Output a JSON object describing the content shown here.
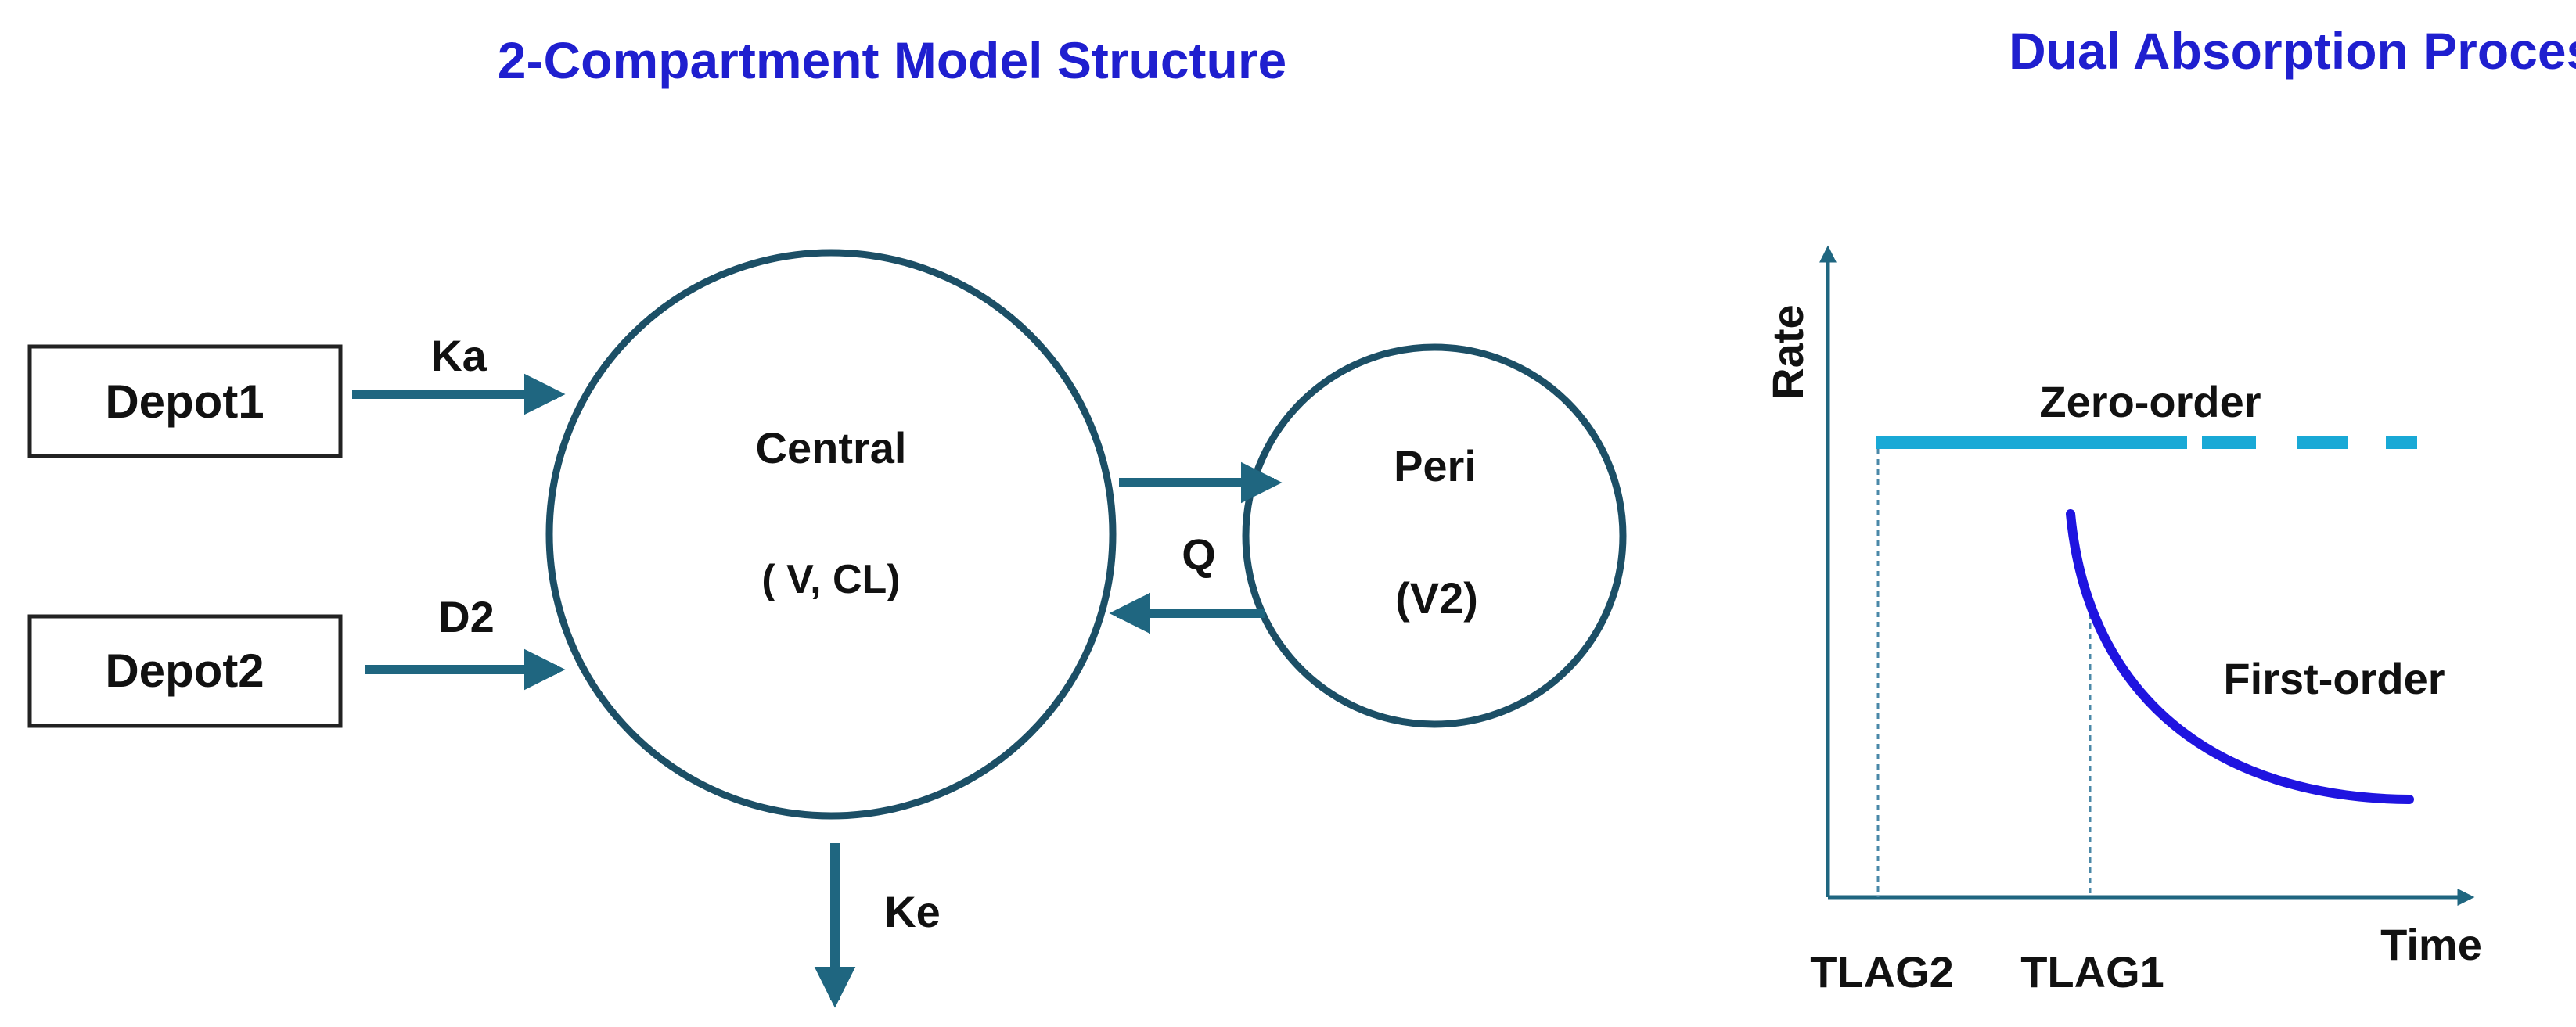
{
  "titles": {
    "left": "2-Compartment Model Structure",
    "right": "Dual Absorption Process"
  },
  "model": {
    "depot1": "Depot1",
    "depot2": "Depot2",
    "ka": "Ka",
    "d2": "D2",
    "central_name": "Central",
    "central_params": "( V, CL)",
    "peri_name": "Peri",
    "peri_params": "(V2)",
    "q": "Q",
    "ke": "Ke"
  },
  "absorption": {
    "ylabel": "Rate",
    "xlabel": "Time",
    "zero_order_label": "Zero-order",
    "first_order_label": "First-order",
    "tlag2": "TLAG2",
    "tlag1": "TLAG1"
  },
  "colors": {
    "arrow": "#1f6680",
    "circle_stroke": "#1c4f66",
    "box_stroke": "#222222",
    "title": "#1f1fcf",
    "zero_order": "#19a9d6",
    "first_order": "#1f14e0",
    "axis": "#1f6680",
    "dashed_guide": "#4a88a8"
  },
  "icons": {
    "arrow": "right-arrow-icon"
  }
}
